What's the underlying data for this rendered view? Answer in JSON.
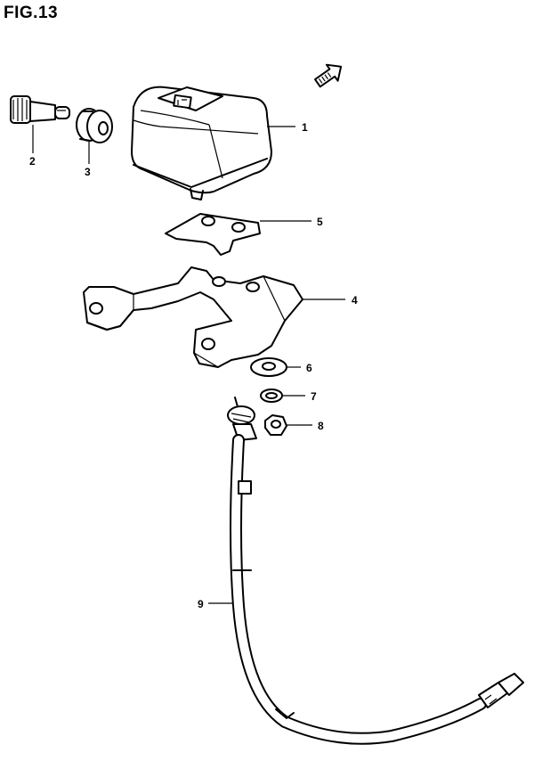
{
  "figure": {
    "title": "FIG.13"
  },
  "callouts": [
    {
      "id": "c1",
      "label": "1"
    },
    {
      "id": "c2",
      "label": "2"
    },
    {
      "id": "c3",
      "label": "3"
    },
    {
      "id": "c4",
      "label": "4"
    },
    {
      "id": "c5",
      "label": "5"
    },
    {
      "id": "c6",
      "label": "6"
    },
    {
      "id": "c7",
      "label": "7"
    },
    {
      "id": "c8",
      "label": "8"
    },
    {
      "id": "c9",
      "label": "9"
    }
  ],
  "icons": {
    "front_arrow": "front-direction-arrow-icon"
  }
}
